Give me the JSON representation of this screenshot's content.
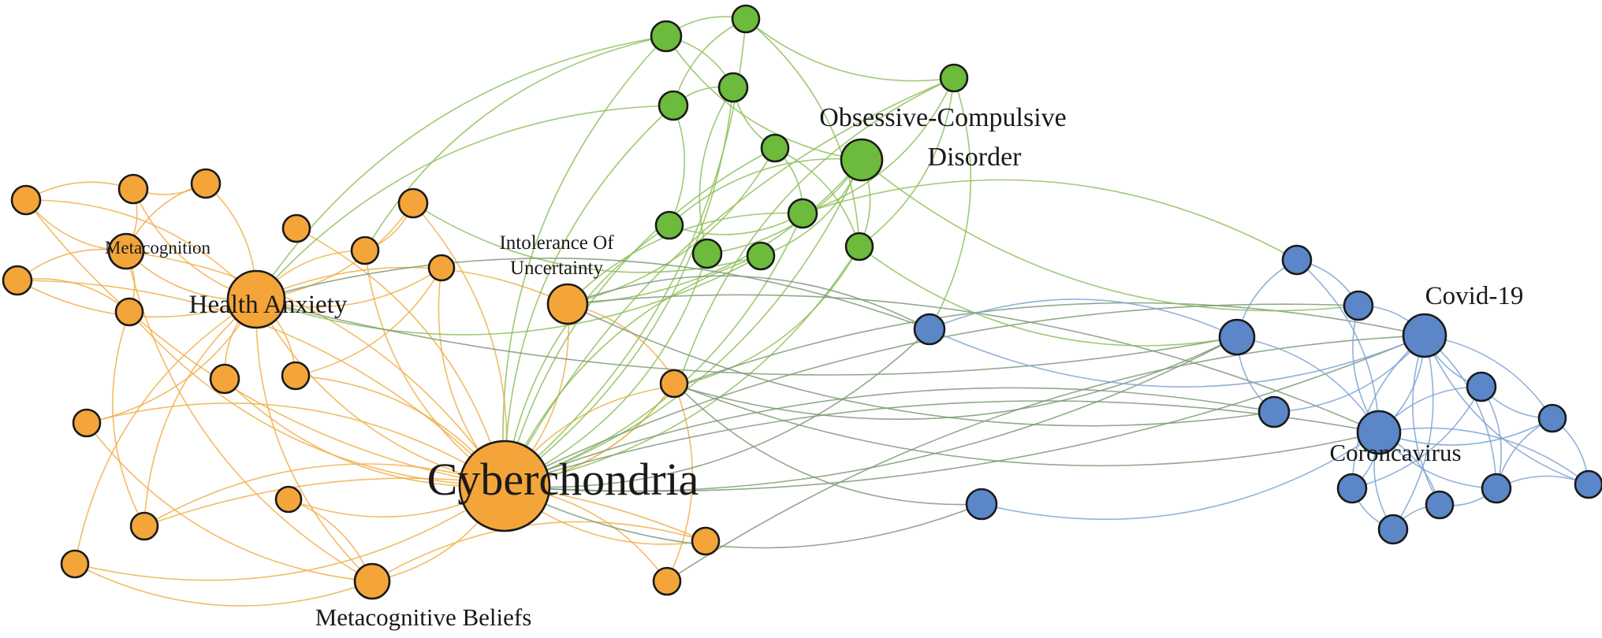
{
  "colors": {
    "orange": "#F4A53A",
    "green": "#6CBB3C",
    "blue": "#5B86C8",
    "edge_orange": "#F0B04A",
    "edge_green": "#8EC05C",
    "edge_blue": "#7EA3D6",
    "edge_mixed": "#7E9A78"
  },
  "labels": {
    "cyberchondria": "Cyberchondria",
    "health_anxiety": "Health Anxiety",
    "metacognition": "Metacognition",
    "intolerance_line1": "Intolerance Of",
    "intolerance_line2": "Uncertainty",
    "ocd_line1": "Obsessive-Compulsive",
    "ocd_line2": "Disorder",
    "covid": "Covid-19",
    "coronavirus": "Coroncavirus",
    "metacognitive_beliefs": "Metacognitive Beliefs"
  },
  "nodes": [
    {
      "id": "cyberchondria",
      "cluster": "orange",
      "label_key": "cyberchondria"
    },
    {
      "id": "health_anxiety",
      "cluster": "orange",
      "label_key": "health_anxiety"
    },
    {
      "id": "intolerance",
      "cluster": "orange",
      "label_key": "intolerance_line1"
    },
    {
      "id": "metacognition",
      "cluster": "orange",
      "label_key": "metacognition"
    },
    {
      "id": "metacog_beliefs",
      "cluster": "orange",
      "label_key": "metacognitive_beliefs"
    },
    {
      "id": "o1",
      "cluster": "orange"
    },
    {
      "id": "o2",
      "cluster": "orange"
    },
    {
      "id": "o3",
      "cluster": "orange"
    },
    {
      "id": "o4",
      "cluster": "orange"
    },
    {
      "id": "o5",
      "cluster": "orange"
    },
    {
      "id": "o6",
      "cluster": "orange"
    },
    {
      "id": "o7",
      "cluster": "orange"
    },
    {
      "id": "o8",
      "cluster": "orange"
    },
    {
      "id": "o9",
      "cluster": "orange"
    },
    {
      "id": "o10",
      "cluster": "orange"
    },
    {
      "id": "o11",
      "cluster": "orange"
    },
    {
      "id": "o12",
      "cluster": "orange"
    },
    {
      "id": "o13",
      "cluster": "orange"
    },
    {
      "id": "o14",
      "cluster": "orange"
    },
    {
      "id": "o15",
      "cluster": "orange"
    },
    {
      "id": "o16",
      "cluster": "orange"
    },
    {
      "id": "o17",
      "cluster": "orange"
    },
    {
      "id": "o18",
      "cluster": "orange"
    },
    {
      "id": "o19",
      "cluster": "orange"
    },
    {
      "id": "ocd",
      "cluster": "green",
      "label_key": "ocd_line1"
    },
    {
      "id": "g1",
      "cluster": "green"
    },
    {
      "id": "g2",
      "cluster": "green"
    },
    {
      "id": "g3",
      "cluster": "green"
    },
    {
      "id": "g4",
      "cluster": "green"
    },
    {
      "id": "g5",
      "cluster": "green"
    },
    {
      "id": "g6",
      "cluster": "green"
    },
    {
      "id": "g7",
      "cluster": "green"
    },
    {
      "id": "g8",
      "cluster": "green"
    },
    {
      "id": "g9",
      "cluster": "green"
    },
    {
      "id": "g10",
      "cluster": "green"
    },
    {
      "id": "g11",
      "cluster": "green"
    },
    {
      "id": "covid",
      "cluster": "blue",
      "label_key": "covid"
    },
    {
      "id": "coronavirus",
      "cluster": "blue",
      "label_key": "coronavirus"
    },
    {
      "id": "b1",
      "cluster": "blue"
    },
    {
      "id": "b2",
      "cluster": "blue"
    },
    {
      "id": "b3",
      "cluster": "blue"
    },
    {
      "id": "b4",
      "cluster": "blue"
    },
    {
      "id": "b5",
      "cluster": "blue"
    },
    {
      "id": "b6",
      "cluster": "blue"
    },
    {
      "id": "b7",
      "cluster": "blue"
    },
    {
      "id": "b8",
      "cluster": "blue"
    },
    {
      "id": "b9",
      "cluster": "blue"
    },
    {
      "id": "b10",
      "cluster": "blue"
    },
    {
      "id": "b11",
      "cluster": "blue"
    },
    {
      "id": "b12",
      "cluster": "blue"
    },
    {
      "id": "b13",
      "cluster": "blue"
    }
  ],
  "edges": [
    [
      "cyberchondria",
      "health_anxiety"
    ],
    [
      "cyberchondria",
      "intolerance"
    ],
    [
      "cyberchondria",
      "metacog_beliefs"
    ],
    [
      "cyberchondria",
      "metacognition"
    ],
    [
      "cyberchondria",
      "o1"
    ],
    [
      "cyberchondria",
      "o4"
    ],
    [
      "cyberchondria",
      "o5"
    ],
    [
      "cyberchondria",
      "o6"
    ],
    [
      "cyberchondria",
      "o9"
    ],
    [
      "cyberchondria",
      "o10"
    ],
    [
      "cyberchondria",
      "o11"
    ],
    [
      "cyberchondria",
      "o12"
    ],
    [
      "cyberchondria",
      "o13"
    ],
    [
      "cyberchondria",
      "o14"
    ],
    [
      "cyberchondria",
      "o15"
    ],
    [
      "cyberchondria",
      "o16"
    ],
    [
      "cyberchondria",
      "o17"
    ],
    [
      "cyberchondria",
      "o18"
    ],
    [
      "cyberchondria",
      "o19"
    ],
    [
      "cyberchondria",
      "o7"
    ],
    [
      "cyberchondria",
      "o8"
    ],
    [
      "health_anxiety",
      "o1"
    ],
    [
      "health_anxiety",
      "o2"
    ],
    [
      "health_anxiety",
      "o3"
    ],
    [
      "health_anxiety",
      "o4"
    ],
    [
      "health_anxiety",
      "o7"
    ],
    [
      "health_anxiety",
      "o8"
    ],
    [
      "health_anxiety",
      "o9"
    ],
    [
      "health_anxiety",
      "o10"
    ],
    [
      "health_anxiety",
      "o11"
    ],
    [
      "health_anxiety",
      "o12"
    ],
    [
      "health_anxiety",
      "o15"
    ],
    [
      "health_anxiety",
      "metacognition"
    ],
    [
      "health_anxiety",
      "metacog_beliefs"
    ],
    [
      "health_anxiety",
      "intolerance"
    ],
    [
      "health_anxiety",
      "o14"
    ],
    [
      "metacognition",
      "o1"
    ],
    [
      "metacognition",
      "o2"
    ],
    [
      "metacognition",
      "o3"
    ],
    [
      "metacognition",
      "o4"
    ],
    [
      "metacognition",
      "o5"
    ],
    [
      "metacognition",
      "metacog_beliefs"
    ],
    [
      "o1",
      "o2"
    ],
    [
      "o2",
      "o3"
    ],
    [
      "o4",
      "o5"
    ],
    [
      "o5",
      "o14"
    ],
    [
      "o14",
      "o16"
    ],
    [
      "o16",
      "metacog_beliefs"
    ],
    [
      "metacog_beliefs",
      "o15"
    ],
    [
      "metacog_beliefs",
      "o13"
    ],
    [
      "metacog_beliefs",
      "o12"
    ],
    [
      "o17",
      "o18"
    ],
    [
      "o18",
      "cyberchondria"
    ],
    [
      "o19",
      "intolerance"
    ],
    [
      "o7",
      "o8"
    ],
    [
      "o10",
      "o11"
    ],
    [
      "cyberchondria",
      "g1"
    ],
    [
      "cyberchondria",
      "g2"
    ],
    [
      "cyberchondria",
      "g3"
    ],
    [
      "cyberchondria",
      "g4"
    ],
    [
      "cyberchondria",
      "g5"
    ],
    [
      "cyberchondria",
      "g6"
    ],
    [
      "cyberchondria",
      "g7"
    ],
    [
      "cyberchondria",
      "g8"
    ],
    [
      "cyberchondria",
      "g9"
    ],
    [
      "cyberchondria",
      "g10"
    ],
    [
      "cyberchondria",
      "g11"
    ],
    [
      "cyberchondria",
      "ocd"
    ],
    [
      "health_anxiety",
      "g1"
    ],
    [
      "health_anxiety",
      "g11"
    ],
    [
      "health_anxiety",
      "g3"
    ],
    [
      "o7",
      "g11"
    ],
    [
      "o8",
      "g1"
    ],
    [
      "intolerance",
      "g5"
    ],
    [
      "intolerance",
      "g6"
    ],
    [
      "intolerance",
      "ocd"
    ],
    [
      "o19",
      "g7"
    ],
    [
      "o19",
      "g8"
    ],
    [
      "g1",
      "g2"
    ],
    [
      "g2",
      "g3"
    ],
    [
      "g3",
      "g4"
    ],
    [
      "g4",
      "g5"
    ],
    [
      "g5",
      "g6"
    ],
    [
      "g6",
      "g7"
    ],
    [
      "g7",
      "g8"
    ],
    [
      "g8",
      "ocd"
    ],
    [
      "g9",
      "ocd"
    ],
    [
      "g10",
      "ocd"
    ],
    [
      "g1",
      "g4"
    ],
    [
      "g2",
      "g7"
    ],
    [
      "g3",
      "g9"
    ],
    [
      "g4",
      "g10"
    ],
    [
      "g6",
      "g9"
    ],
    [
      "g1",
      "ocd"
    ],
    [
      "g2",
      "g8"
    ],
    [
      "g11",
      "ocd"
    ],
    [
      "g5",
      "g8"
    ],
    [
      "cyberchondria",
      "b1"
    ],
    [
      "cyberchondria",
      "b3"
    ],
    [
      "cyberchondria",
      "b4"
    ],
    [
      "cyberchondria",
      "b6"
    ],
    [
      "cyberchondria",
      "covid"
    ],
    [
      "cyberchondria",
      "coronavirus"
    ],
    [
      "cyberchondria",
      "b5"
    ],
    [
      "intolerance",
      "b1"
    ],
    [
      "intolerance",
      "b6"
    ],
    [
      "intolerance",
      "coronavirus"
    ],
    [
      "o19",
      "b4"
    ],
    [
      "o19",
      "covid"
    ],
    [
      "o19",
      "b5"
    ],
    [
      "health_anxiety",
      "b1"
    ],
    [
      "health_anxiety",
      "b4"
    ],
    [
      "o17",
      "covid"
    ],
    [
      "o18",
      "coronavirus"
    ],
    [
      "g6",
      "b2"
    ],
    [
      "g8",
      "b4"
    ],
    [
      "g7",
      "b1"
    ],
    [
      "ocd",
      "b3"
    ],
    [
      "b1",
      "b4"
    ],
    [
      "b1",
      "covid"
    ],
    [
      "b2",
      "b3"
    ],
    [
      "b2",
      "b4"
    ],
    [
      "b3",
      "covid"
    ],
    [
      "b3",
      "coronavirus"
    ],
    [
      "b4",
      "coronavirus"
    ],
    [
      "b5",
      "coronavirus"
    ],
    [
      "b6",
      "b4"
    ],
    [
      "b6",
      "covid"
    ],
    [
      "covid",
      "coronavirus"
    ],
    [
      "covid",
      "b7"
    ],
    [
      "covid",
      "b8"
    ],
    [
      "covid",
      "b9"
    ],
    [
      "covid",
      "b10"
    ],
    [
      "covid",
      "b11"
    ],
    [
      "covid",
      "b12"
    ],
    [
      "covid",
      "b13"
    ],
    [
      "coronavirus",
      "b7"
    ],
    [
      "coronavirus",
      "b8"
    ],
    [
      "coronavirus",
      "b9"
    ],
    [
      "coronavirus",
      "b10"
    ],
    [
      "coronavirus",
      "b11"
    ],
    [
      "coronavirus",
      "b12"
    ],
    [
      "coronavirus",
      "b13"
    ],
    [
      "b7",
      "b8"
    ],
    [
      "b8",
      "b13"
    ],
    [
      "b13",
      "b12"
    ],
    [
      "b12",
      "b11"
    ],
    [
      "b11",
      "b10"
    ],
    [
      "b10",
      "b9"
    ],
    [
      "b9",
      "b7"
    ],
    [
      "b7",
      "b12"
    ],
    [
      "b8",
      "b12"
    ],
    [
      "b2",
      "coronavirus"
    ]
  ]
}
